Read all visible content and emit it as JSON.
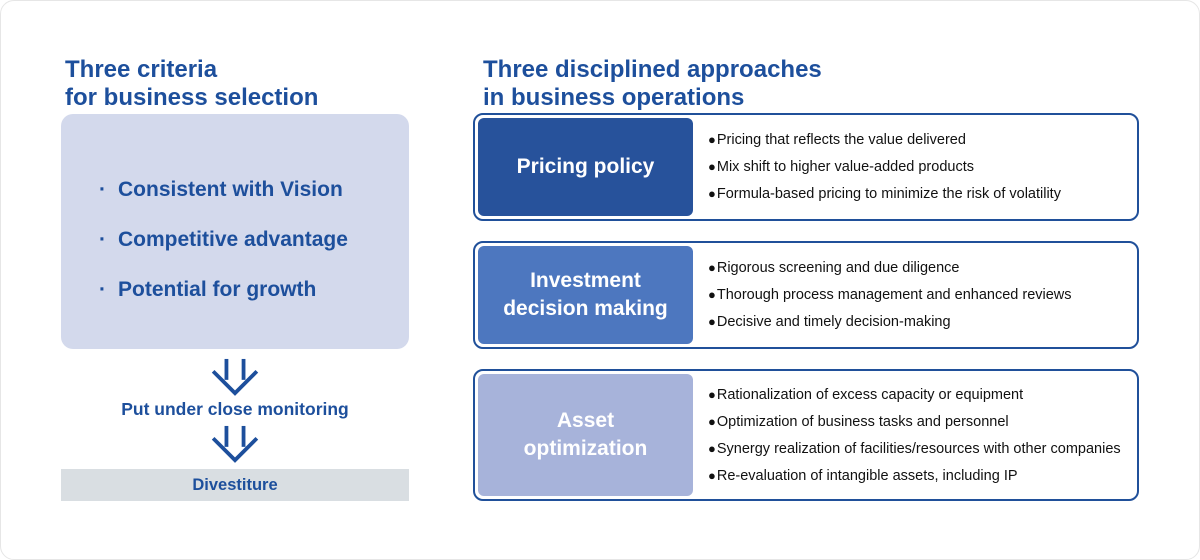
{
  "colors": {
    "heading_text": "#1d4f9c",
    "row_border": "#20509a",
    "row1_label_bg": "#27529b",
    "row2_label_bg": "#4d77bf",
    "row3_label_bg": "#a7b3da",
    "criteria_box_bg": "#d3d9ec",
    "divestiture_box_bg": "#d9dee2",
    "label_text": "#ffffff",
    "bullet_text": "#111111"
  },
  "left": {
    "heading_line1": "Three criteria",
    "heading_line2": "for business selection",
    "bullet_char": "·",
    "criteria": [
      "Consistent with Vision",
      "Competitive advantage",
      "Potential for growth"
    ],
    "monitoring_label": "Put under close monitoring",
    "divestiture_label": "Divestiture"
  },
  "right": {
    "heading_line1": "Three disciplined approaches",
    "heading_line2": "in business operations",
    "bullet_char": "●",
    "rows": [
      {
        "label_line1": "Pricing policy",
        "label_line2": "",
        "bullets": [
          "Pricing that reflects the value delivered",
          "Mix shift to higher value-added products",
          "Formula-based pricing to minimize the risk of volatility"
        ]
      },
      {
        "label_line1": "Investment",
        "label_line2": "decision making",
        "bullets": [
          "Rigorous screening and due diligence",
          "Thorough process management and enhanced reviews",
          "Decisive and timely decision-making"
        ]
      },
      {
        "label_line1": "Asset",
        "label_line2": "optimization",
        "bullets": [
          "Rationalization of excess capacity or equipment",
          "Optimization of business tasks and personnel",
          "Synergy realization of facilities/resources with other companies",
          "Re-evaluation of intangible assets, including IP"
        ]
      }
    ]
  }
}
